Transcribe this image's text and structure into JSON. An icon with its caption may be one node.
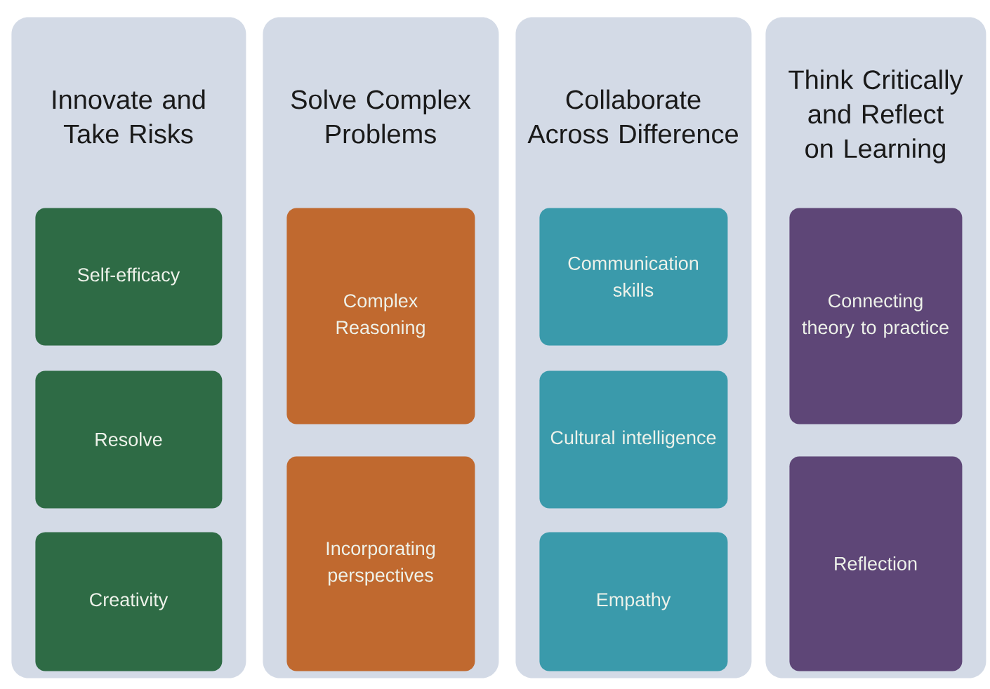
{
  "diagram": {
    "nodes": [
      {
        "text": [
          "Innovate and Take Risks"
        ]
      },
      {
        "text": [
          "Self-efficacy"
        ],
        "in": 0
      },
      {
        "text": [
          "Resolve"
        ],
        "in": 0
      },
      {
        "text": [
          "Creativity"
        ],
        "in": 0
      },
      {
        "text": [
          "Solve Complex Problems"
        ]
      },
      {
        "text": [
          "Complex Reasoning"
        ],
        "in": 4
      },
      {
        "text": [
          "Incorporating perspectives"
        ],
        "in": 4
      },
      {
        "text": [
          "Collaborate Across Difference"
        ]
      },
      {
        "text": [
          "Communication skills"
        ],
        "in": 7
      },
      {
        "text": [
          "Cultural intelligence"
        ],
        "in": 7
      },
      {
        "text": [
          "Empathy"
        ],
        "in": 7
      },
      {
        "text": [
          "Think Critically and Reflect on Learning"
        ]
      },
      {
        "text": [
          "Connecting theory to practice"
        ],
        "in": 11
      },
      {
        "text": [
          "Reflection"
        ],
        "in": 11
      }
    ]
  }
}
